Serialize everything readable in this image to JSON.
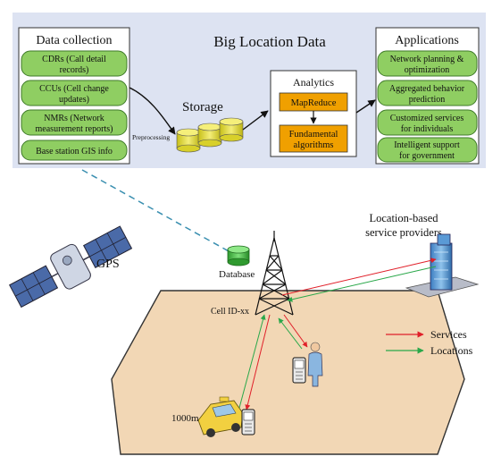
{
  "title": "Big Location Data",
  "data_collection": {
    "heading": "Data collection",
    "items": [
      {
        "lines": [
          "CDRs (Call detail",
          "records)"
        ]
      },
      {
        "lines": [
          "CCUs (Cell change",
          "updates)"
        ]
      },
      {
        "lines": [
          "NMRs (Network",
          "measurement reports)"
        ]
      },
      {
        "lines": [
          "Base station GIS info"
        ]
      }
    ]
  },
  "preprocessing_label": "Preprocessing",
  "storage_label": "Storage",
  "analytics": {
    "heading": "Analytics",
    "mapreduce": "MapReduce",
    "algorithms": [
      "Fundamental",
      "algorithms"
    ]
  },
  "applications": {
    "heading": "Applications",
    "items": [
      {
        "lines": [
          "Network planning &",
          "optimization"
        ]
      },
      {
        "lines": [
          "Aggregated behavior",
          "prediction"
        ]
      },
      {
        "lines": [
          "Customized services",
          "for individuals"
        ]
      },
      {
        "lines": [
          "Intelligent support",
          "for government"
        ]
      }
    ]
  },
  "gps_label": "GPS",
  "database_label": "Database",
  "cell_label": "Cell ID-xx",
  "lbs_label": [
    "Location-based",
    "service providers"
  ],
  "distance_label": "1000m",
  "legend": {
    "services": "Services",
    "locations": "Locations"
  },
  "colors": {
    "panel_bg": "#dde3f2",
    "pill_fill": "#8fce62",
    "pill_stroke": "#3f7a2a",
    "analytics_box": "#f0a000",
    "cylinder": "#e6df36",
    "hexagon": "#f2d7b5",
    "services_arrow": "#e0202a",
    "locations_arrow": "#2aa84a",
    "dashed_link": "#3a8fb0"
  }
}
